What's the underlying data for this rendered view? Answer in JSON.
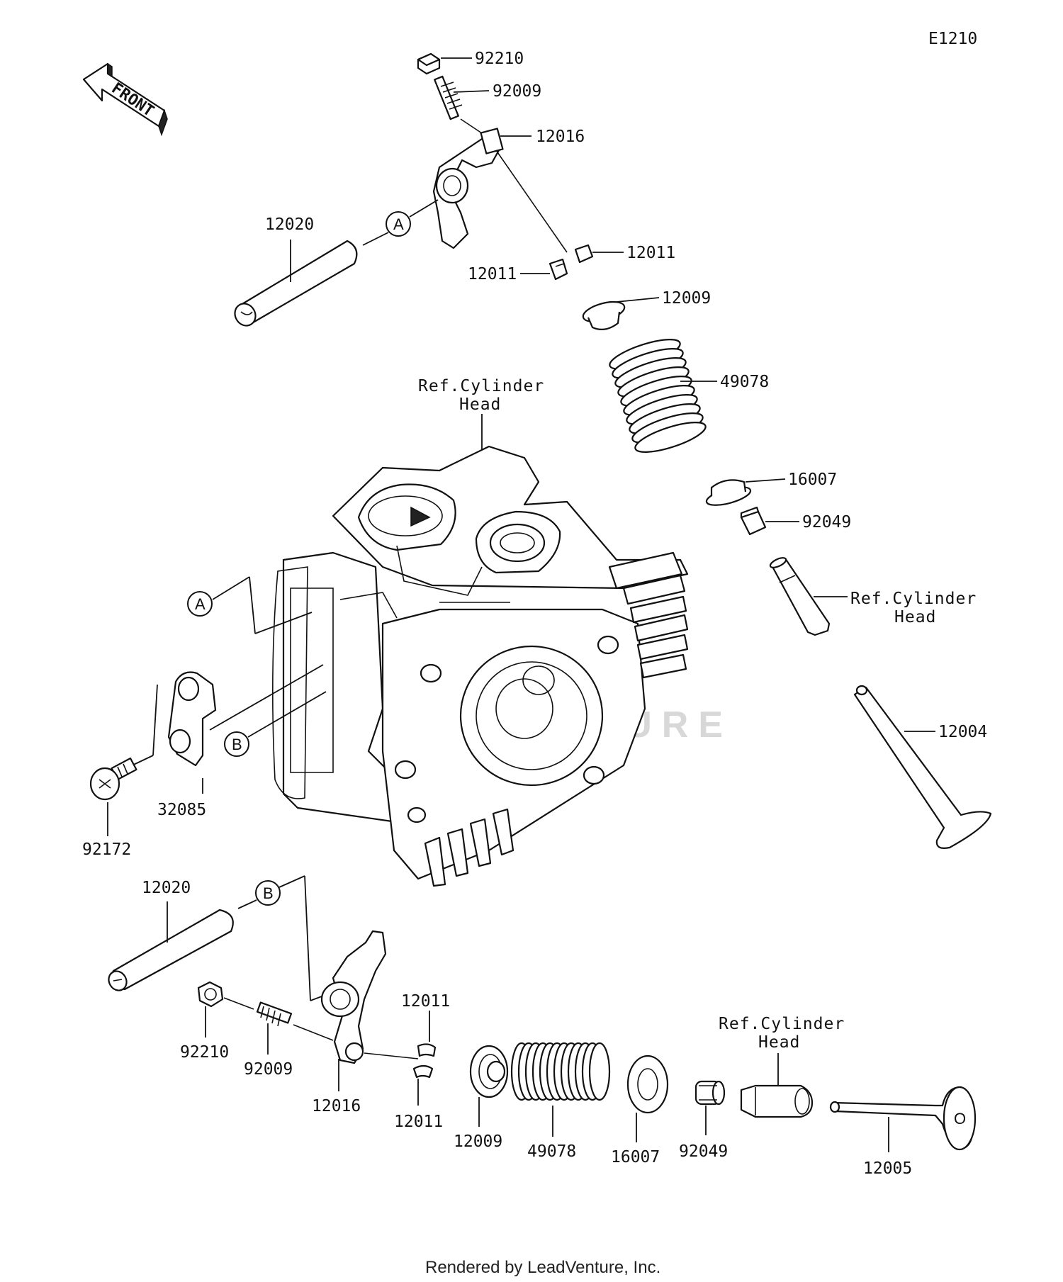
{
  "diagram_code": "E1210",
  "front_label": "FRONT",
  "watermark": "LEADVENTURE",
  "footer": "Rendered by LeadVenture, Inc.",
  "callouts": {
    "A": "A",
    "B": "B"
  },
  "reference_labels": {
    "cyl_head_top_1": "Ref.Cylinder",
    "cyl_head_top_2": "Head",
    "cyl_head_right_1": "Ref.Cylinder",
    "cyl_head_right_2": "Head",
    "cyl_head_bottom_1": "Ref.Cylinder",
    "cyl_head_bottom_2": "Head"
  },
  "parts_upper": {
    "nut": "92210",
    "adjuster_screw": "92009",
    "rocker_arm": "12016",
    "shaft": "12020",
    "cotter_right": "12011",
    "cotter_left": "12011",
    "retainer": "12009",
    "spring": "49078",
    "spring_seat": "16007",
    "stem_seal": "92049",
    "valve": "12004"
  },
  "parts_left": {
    "plate": "32085",
    "screw": "92172"
  },
  "parts_lower": {
    "shaft": "12020",
    "nut": "92210",
    "adjuster_screw": "92009",
    "rocker_arm": "12016",
    "cotter_top": "12011",
    "cotter_bottom": "12011",
    "retainer": "12009",
    "spring": "49078",
    "spring_seat": "16007",
    "stem_seal": "92049",
    "valve": "12005"
  }
}
